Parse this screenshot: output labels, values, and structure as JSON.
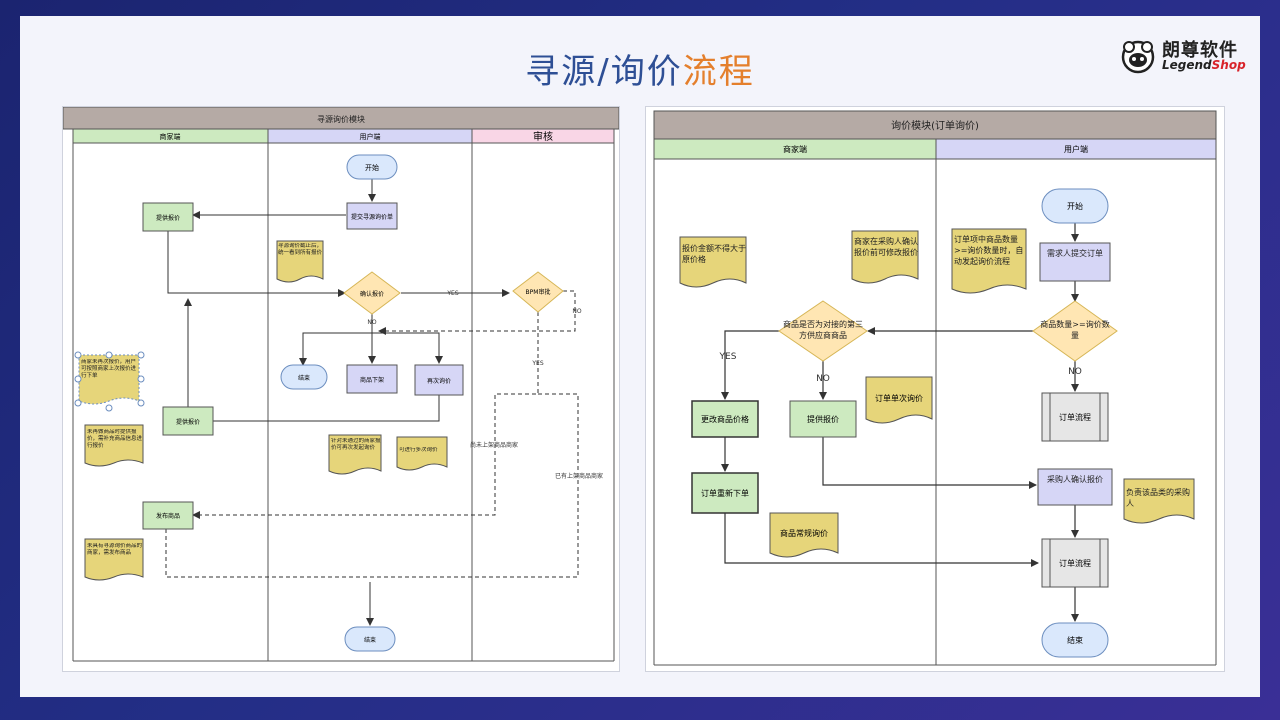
{
  "slide": {
    "title_part1": "寻源/询价",
    "title_part2": "流程",
    "logo_cn": "朗尊软件",
    "logo_en_1": "Legend",
    "logo_en_2": "Shop"
  },
  "left": {
    "header": "寻源询价模块",
    "lane_merchant": "商家端",
    "lane_user": "用户端",
    "lane_review": "审核",
    "start": "开始",
    "submit": "提交寻源询价单",
    "provide_quote_top": "提供报价",
    "note_submit": "寻源询价截止后，统一看到所有报价",
    "confirm": "确认报价",
    "yes": "YES",
    "bpm": "BPM审批",
    "no_right": "NO",
    "no_below": "NO",
    "yes_below": "YES",
    "end_left": "结束",
    "goods_down": "商品下架",
    "requote": "再次询价",
    "note_merchant": "商家未再次报价，用户可按照商家上次报价进行下单",
    "provide_quote_bottom": "提供报价",
    "note_unquoted": "未再做商品时提供报价，需补充商品信息进行报价",
    "note_not_passed": "针对未通过的商家报价可再次发起询价",
    "note_multi": "可进行多次询价",
    "label_not_on_shelf": "尚未上架商品商家",
    "label_on_shelf": "已有上架商品商家",
    "publish": "发布商品",
    "note_no_source": "未具有寻源询价商品的商家，需发布商品",
    "end_bottom": "结束"
  },
  "right": {
    "header": "询价模块(订单询价)",
    "lane_merchant": "商家端",
    "lane_user": "用户端",
    "start": "开始",
    "note_order_qty": "订单项中商品数量>=询价数量时，自动发起询价流程",
    "submit_order": "需求人提交订单",
    "note_price_limit": "报价金额不得大于原价格",
    "note_merchant_modify": "商家在采购人确认报价前可修改报价",
    "decision_docked": "商品是否为对接的第三方供应商商品",
    "decision_qty": "商品数量>=询价数量",
    "yes": "YES",
    "no_mid": "NO",
    "no_right": "NO",
    "change_price": "更改商品价格",
    "provide_quote": "提供报价",
    "note_single": "订单单次询价",
    "order_flow_1": "订单流程",
    "reorder": "订单重新下单",
    "buyer_confirm": "采购人确认报价",
    "note_buyer": "负责该品类的采购人",
    "note_regular": "商品常规询价",
    "order_flow_2": "订单流程",
    "end": "结束"
  },
  "colors": {
    "green_fill": "#cdeac0",
    "blue_fill": "#d6d6f6",
    "start_fill": "#dae8fc",
    "diamond_fill": "#ffe6b3",
    "note_fill": "#e6d57a",
    "header_fill": "#b5aaa5",
    "review_fill": "#f9d6e6"
  }
}
